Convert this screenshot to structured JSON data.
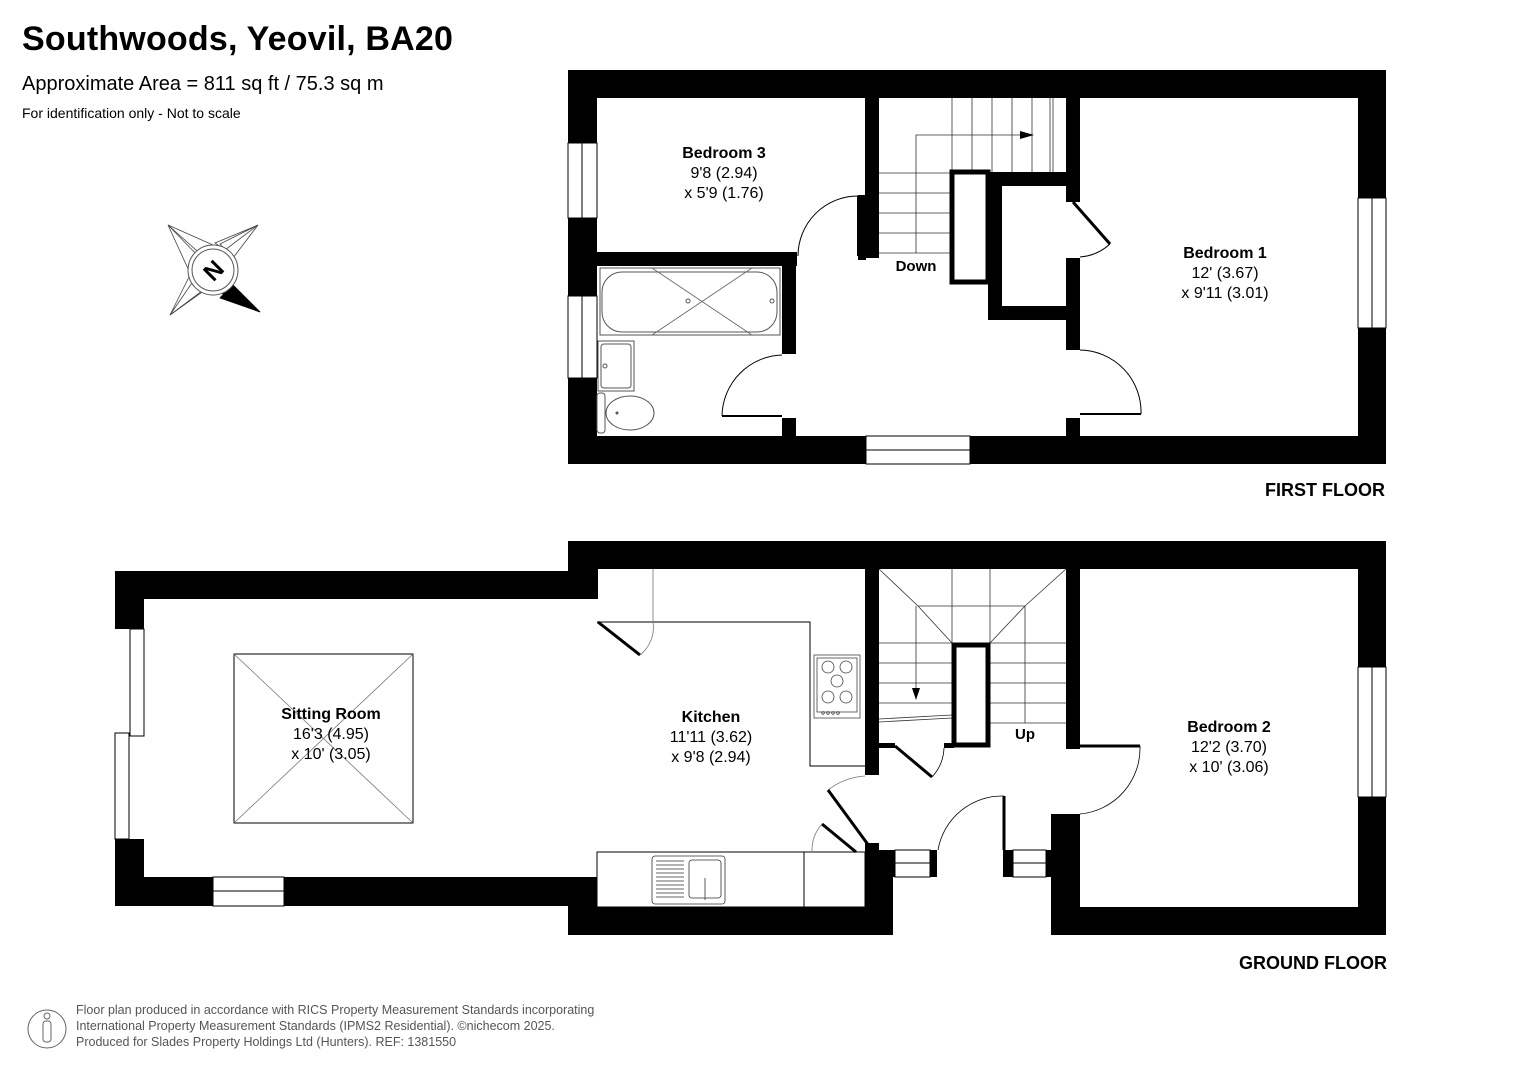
{
  "header": {
    "title": "Southwoods, Yeovil, BA20",
    "area": "Approximate Area = 811 sq ft / 75.3 sq m",
    "note": "For identification only - Not to scale"
  },
  "compass": {
    "icon": "compass-north-icon",
    "letter": "N"
  },
  "floors": {
    "first": {
      "label": "FIRST FLOOR",
      "rooms": [
        {
          "name": "Bedroom 3",
          "dim1": "9'8 (2.94)",
          "dim2": "x 5'9 (1.76)"
        },
        {
          "name": "Bedroom 1",
          "dim1": "12' (3.67)",
          "dim2": "x 9'11 (3.01)"
        }
      ],
      "stair_label": "Down"
    },
    "ground": {
      "label": "GROUND FLOOR",
      "rooms": [
        {
          "name": "Sitting Room",
          "dim1": "16'3 (4.95)",
          "dim2": "x 10' (3.05)"
        },
        {
          "name": "Kitchen",
          "dim1": "11'11 (3.62)",
          "dim2": "x 9'8 (2.94)"
        },
        {
          "name": "Bedroom 2",
          "dim1": "12'2 (3.70)",
          "dim2": "x 10' (3.06)"
        }
      ],
      "stair_label": "Up"
    }
  },
  "footer": {
    "line1": "Floor plan produced in accordance with RICS Property Measurement Standards incorporating",
    "line2": "International Property Measurement Standards (IPMS2 Residential).   ©nichecom 2025.",
    "line3": "Produced for Slades Property Holdings Ltd (Hunters).   REF:  1381550"
  },
  "colors": {
    "wall": "#000000",
    "background": "#ffffff",
    "fixture_line": "#555555"
  }
}
